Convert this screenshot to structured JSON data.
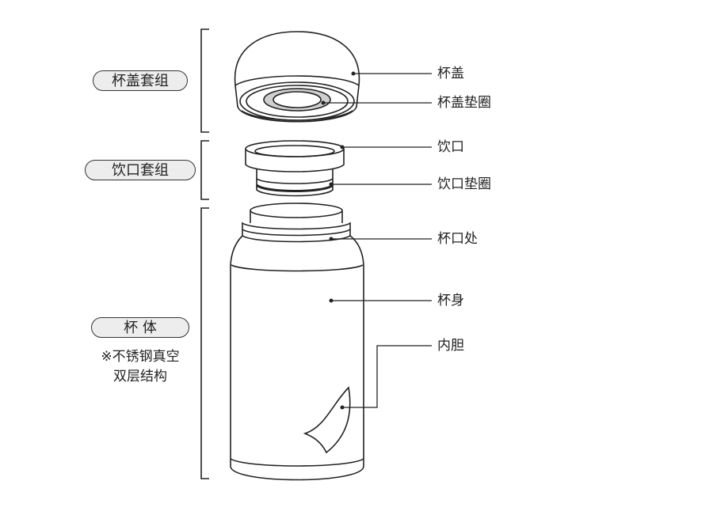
{
  "groups": {
    "cap_set": "杯盖套组",
    "mouth_set": "饮口套组",
    "body": "杯 体",
    "body_note_line1": "※不锈钢真空",
    "body_note_line2": "双层结构"
  },
  "parts": {
    "cap": "杯盖",
    "cap_gasket": "杯盖垫圈",
    "mouth": "饮口",
    "mouth_gasket": "饮口垫圈",
    "rim": "杯口处",
    "body": "杯身",
    "inner": "内胆"
  },
  "colors": {
    "line": "#222222",
    "pill_fill": "#ededed",
    "gasket": "#cfcfcf"
  }
}
